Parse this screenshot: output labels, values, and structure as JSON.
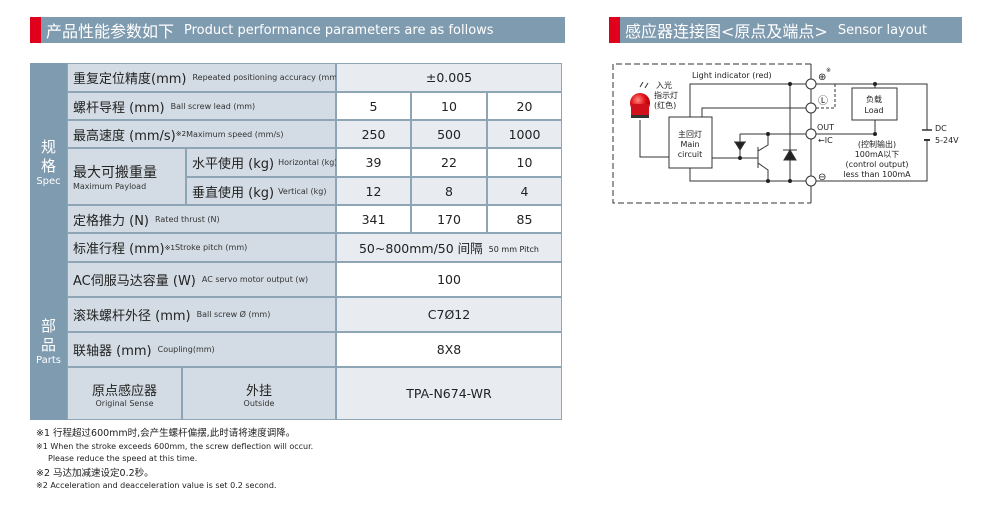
{
  "left_header": {
    "zh": "产品性能参数如下",
    "en": "Product performance parameters are as follows"
  },
  "right_header": {
    "zh": "感应器连接图<原点及端点>",
    "en": "Sensor layout"
  },
  "table": {
    "spec": {
      "zh1": "规",
      "zh2": "格",
      "en": "Spec"
    },
    "parts": {
      "zh1": "部",
      "zh2": "品",
      "en": "Parts"
    },
    "rows": [
      {
        "zh": "重复定位精度(mm)",
        "en": "Repeated positioning accuracy (mm)",
        "value": "±0.005"
      },
      {
        "zh": "螺杆导程 (mm)",
        "en": "Ball screw lead (mm)",
        "values": [
          "5",
          "10",
          "20"
        ]
      },
      {
        "zh": "最高速度 (mm/s)",
        "sup": "※2",
        "en": "Maximum speed (mm/s)",
        "values": [
          "250",
          "500",
          "1000"
        ]
      },
      {
        "zh": "最大可搬重量",
        "en": "Maximum  Payload",
        "sub": [
          {
            "zh": "水平使用 (kg)",
            "en": "Horizontal (kg)",
            "values": [
              "39",
              "22",
              "10"
            ]
          },
          {
            "zh": "垂直使用 (kg)",
            "en": "Vertical (kg)",
            "values": [
              "12",
              "8",
              "4"
            ]
          }
        ]
      },
      {
        "zh": "定格推力 (N)",
        "en": "Rated thrust (N)",
        "values": [
          "341",
          "170",
          "85"
        ]
      },
      {
        "zh": "标准行程 (mm)",
        "sup": "※1",
        "en": "Stroke pitch (mm)",
        "value": "50~800mm/50 间隔",
        "value_en": "50 mm Pitch"
      }
    ],
    "parts_rows": [
      {
        "zh": "AC伺服马达容量 (W)",
        "en": "AC servo motor output (w)",
        "value": "100"
      },
      {
        "zh": "滚珠螺杆外径 (mm)",
        "en": "Ball screw Ø (mm)",
        "value": "C7Ø12"
      },
      {
        "zh": "联轴器 (mm)",
        "en": "Coupling(mm)",
        "value": "8X8"
      },
      {
        "zh": "原点感应器",
        "en": "Original Sense",
        "zh2": "外挂",
        "en2": "Outside",
        "value": "TPA-N674-WR"
      }
    ]
  },
  "notes": [
    "※1 行程超过600mm时,会产生螺杆偏摆,此时请将速度调降。",
    "※1 When the stroke exceeds 600mm, the screw deflection will occur.",
    "Please reduce the speed at this time.",
    "※2 马达加减速设定0.2秒。",
    "※2 Acceleration and deacceleration value is set 0.2 second."
  ],
  "diagram": {
    "light_indicator": "Light indicator (red)",
    "led_label": [
      "入光",
      "指示灯",
      "(红色)"
    ],
    "main_zh": "主回灯",
    "main_en1": "Main",
    "main_en2": "circuit",
    "load_zh": "负载",
    "load_en": "Load",
    "out": "OUT",
    "ic": "←IC",
    "ctrl": [
      "(控制输出)",
      "100mA以下",
      "(control output)",
      "less than 100mA"
    ],
    "dc": "DC",
    "volt": "5-24V",
    "plus": "⊕",
    "l": "Ⓛ",
    "minus": "⊖",
    "mark": "※"
  }
}
